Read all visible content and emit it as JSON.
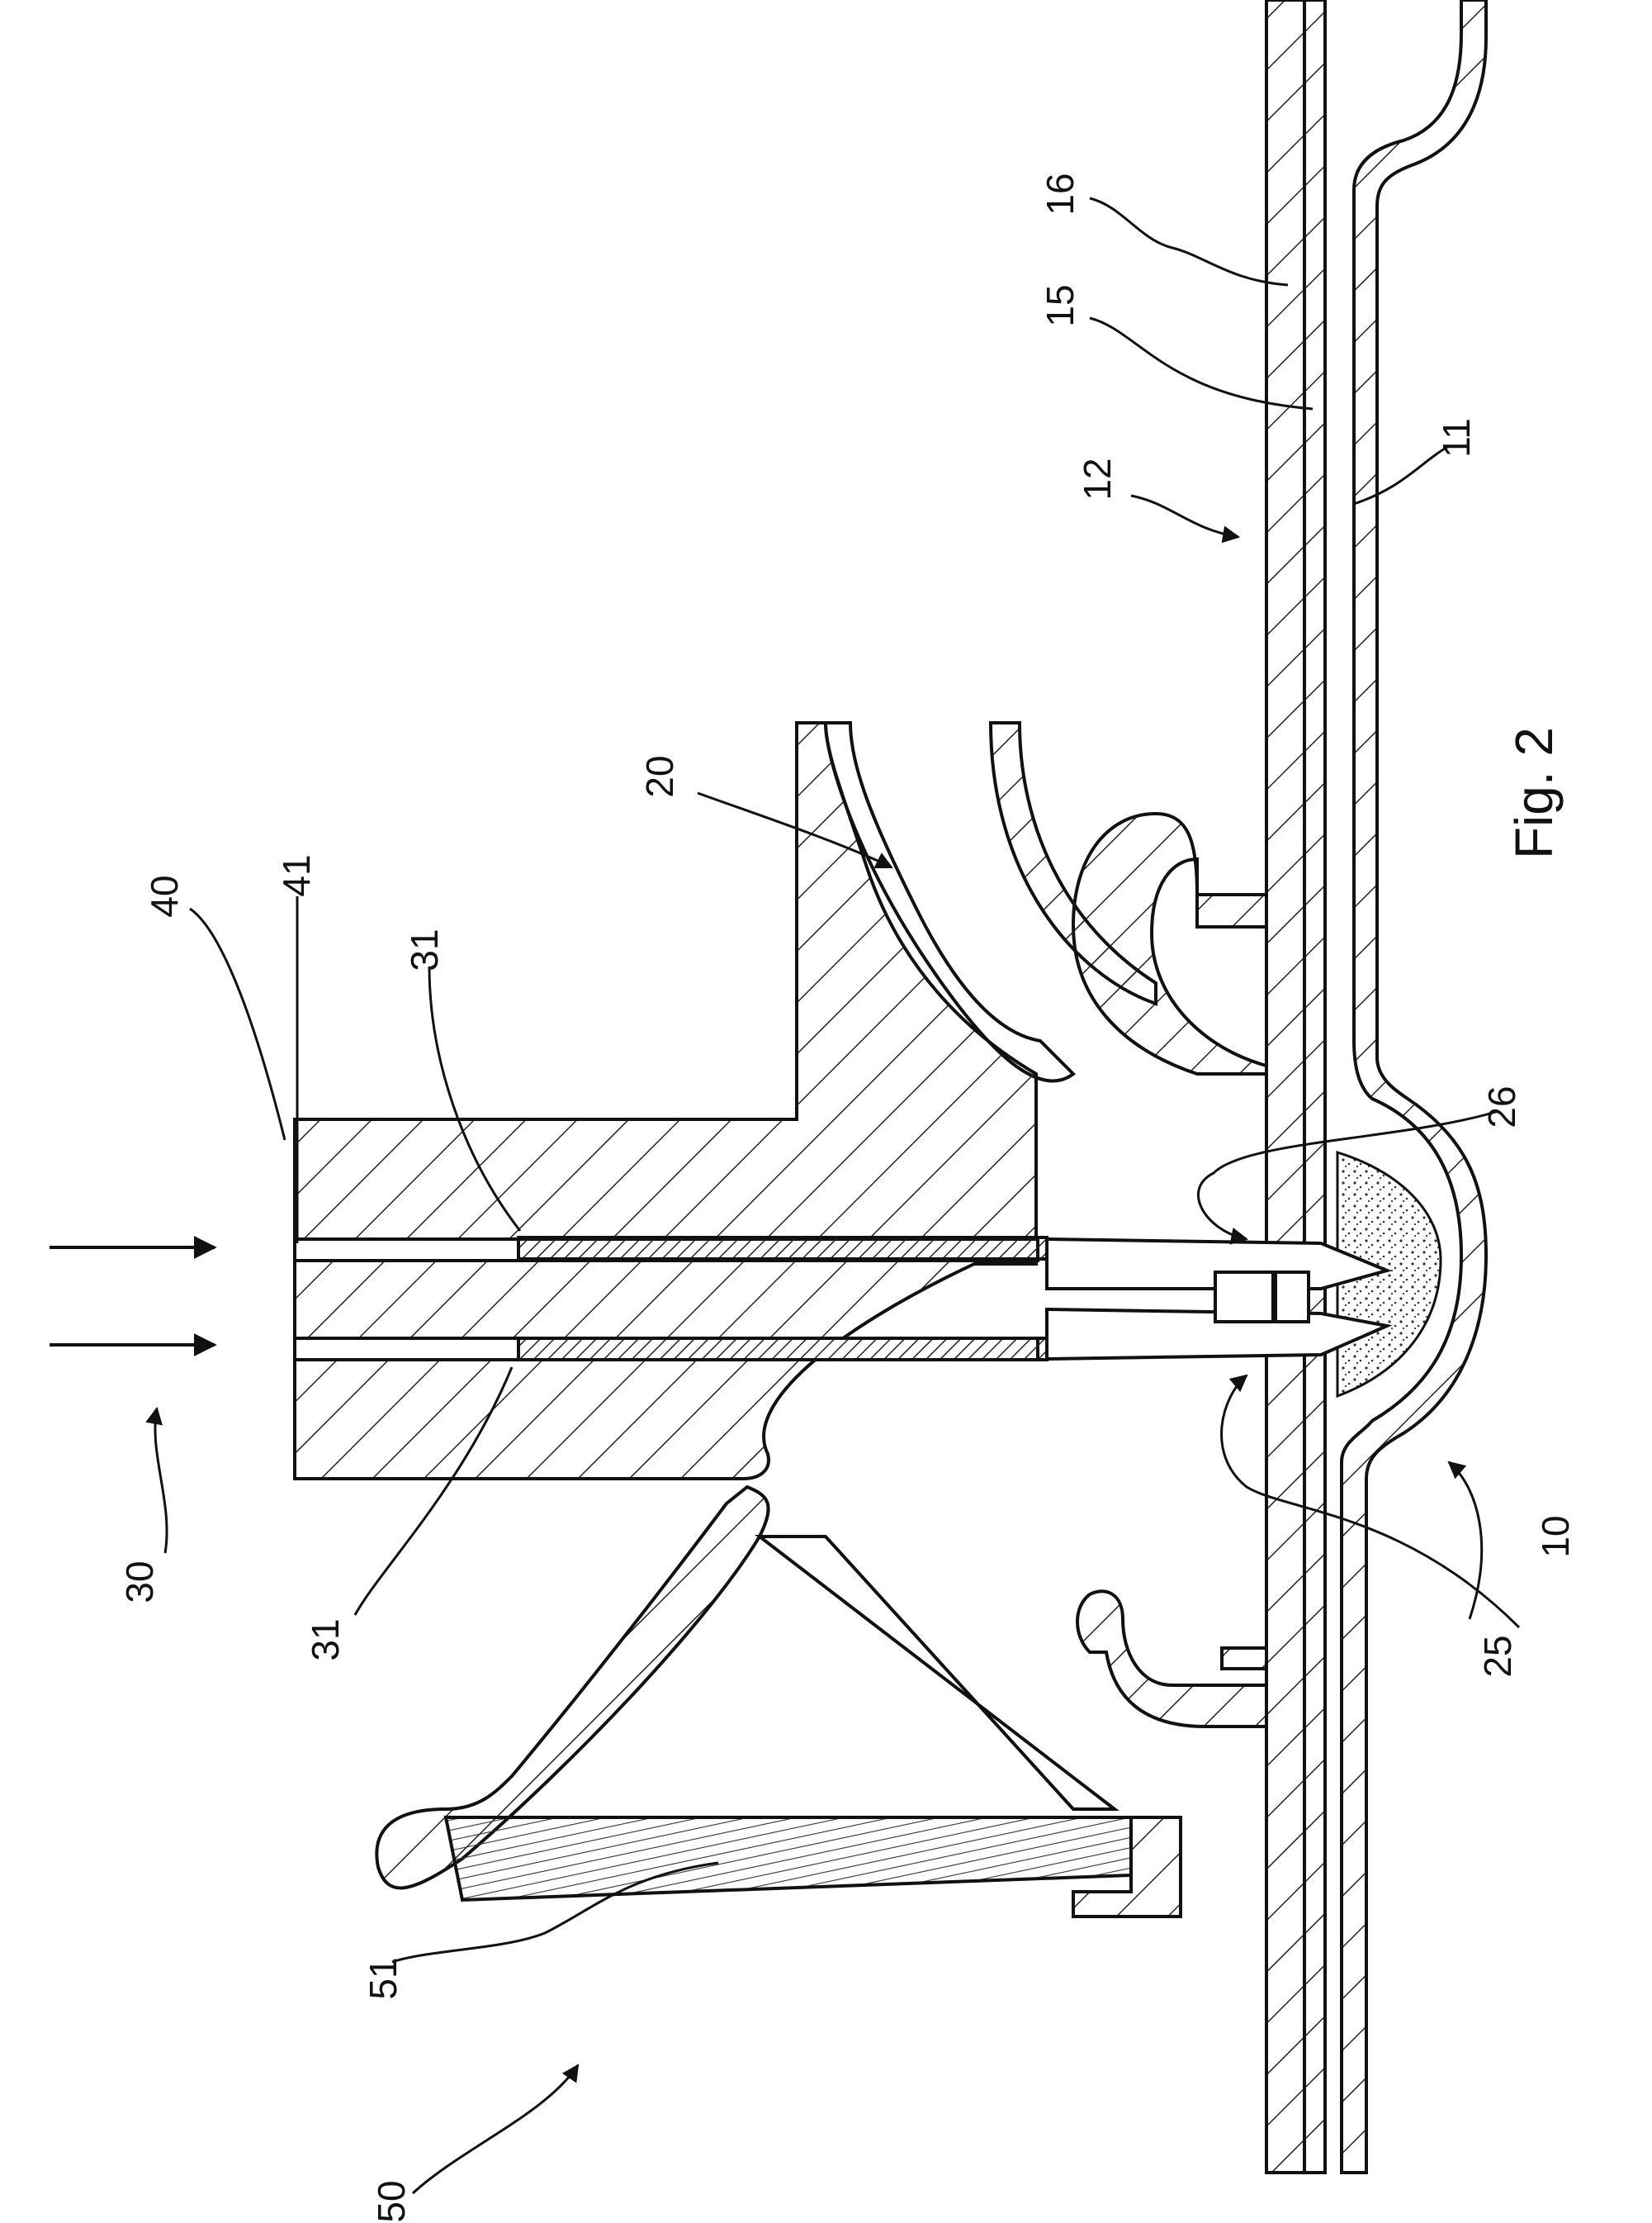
{
  "figure": {
    "caption": "Fig. 2"
  },
  "labels": {
    "l16": "16",
    "l15": "15",
    "l12": "12",
    "l11": "11",
    "l20": "20",
    "l40": "40",
    "l41": "41",
    "l31a": "31",
    "l31b": "31",
    "l30": "30",
    "l26": "26",
    "l25": "25",
    "l10": "10",
    "l51": "51",
    "l50": "50"
  }
}
